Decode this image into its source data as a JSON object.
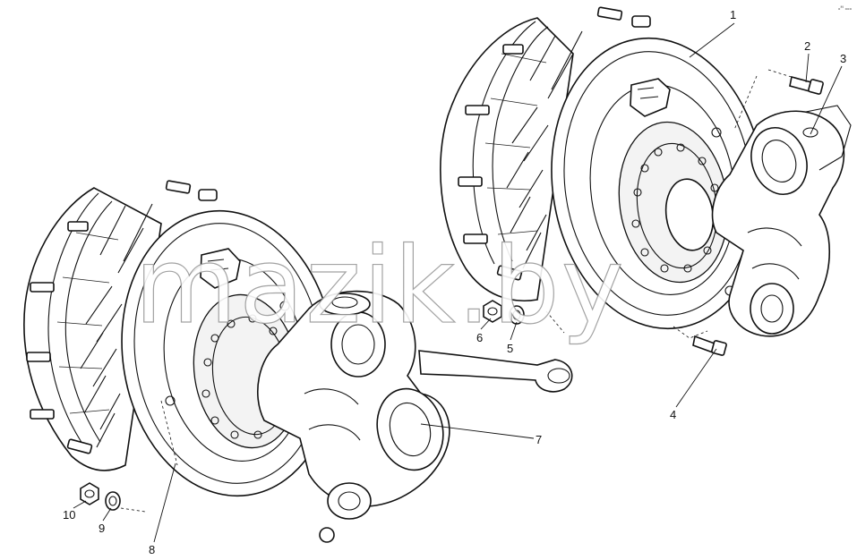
{
  "diagram": {
    "watermark": "mazik.by",
    "corner_mark": "ₒᴹ ₒₒₒ",
    "callouts": [
      {
        "id": "1",
        "label": "1"
      },
      {
        "id": "2",
        "label": "2"
      },
      {
        "id": "3",
        "label": "3"
      },
      {
        "id": "4",
        "label": "4"
      },
      {
        "id": "5",
        "label": "5"
      },
      {
        "id": "6",
        "label": "6"
      },
      {
        "id": "7",
        "label": "7"
      },
      {
        "id": "8",
        "label": "8"
      },
      {
        "id": "9",
        "label": "9"
      },
      {
        "id": "10",
        "label": "10"
      }
    ]
  }
}
